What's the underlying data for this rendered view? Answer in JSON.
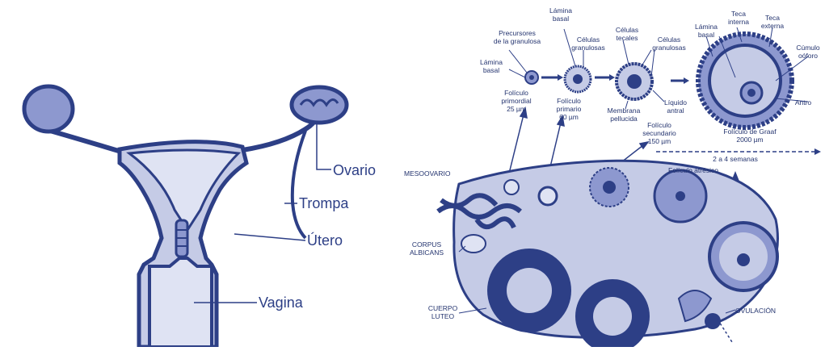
{
  "left_diagram": {
    "labels": {
      "ovario": "Ovario",
      "trompa": "Trompa",
      "utero": "Útero",
      "vagina": "Vagina"
    }
  },
  "right_diagram": {
    "stages": {
      "precursores": [
        "Precursores",
        "de la granulosa"
      ],
      "lamina_basal_1": [
        "Lámina",
        "basal"
      ],
      "lamina_basal_2": [
        "Lámina",
        "basal"
      ],
      "celulas_granulosas_1": [
        "Células",
        "granulosas"
      ],
      "primordial": [
        "Folículo",
        "primordial",
        "25 µm"
      ],
      "primario": [
        "Folículo",
        "primario",
        "60 µm"
      ],
      "celulas_tecales": [
        "Células",
        "tecales"
      ],
      "celulas_granulosas_2": [
        "Células",
        "granulosas"
      ],
      "membrana_pelucida": [
        "Membrana",
        "pellucida"
      ],
      "liquido_antral": [
        "Líquido",
        "antral"
      ],
      "secundario": [
        "Folículo",
        "secundario",
        "150 µm"
      ],
      "lamina_basal_3": [
        "Lámina",
        "basal"
      ],
      "teca_interna": [
        "Teca",
        "interna"
      ],
      "teca_externa": [
        "Teca",
        "externa"
      ],
      "cumulo_ooforo": [
        "Cúmulo",
        "oóforo"
      ],
      "antro": "Antro",
      "graaf": [
        "Folículo de Graaf",
        "2000 µm"
      ],
      "semanas": "2 a 4 semanas"
    },
    "ovary_labels": {
      "mesoovario": "MESOOVARIO",
      "foliculo_atresico": "Folículo atrésico",
      "corpus_albicans": [
        "CORPUS",
        "ALBICANS"
      ],
      "cuerpo_luteo": [
        "CUERPO",
        "LUTEO"
      ],
      "ovulacion": "OVULACIÓN"
    }
  },
  "colors": {
    "ink": "#2d3f86",
    "fill_light": "#c5cbe6",
    "fill_mid": "#8d98cf"
  }
}
